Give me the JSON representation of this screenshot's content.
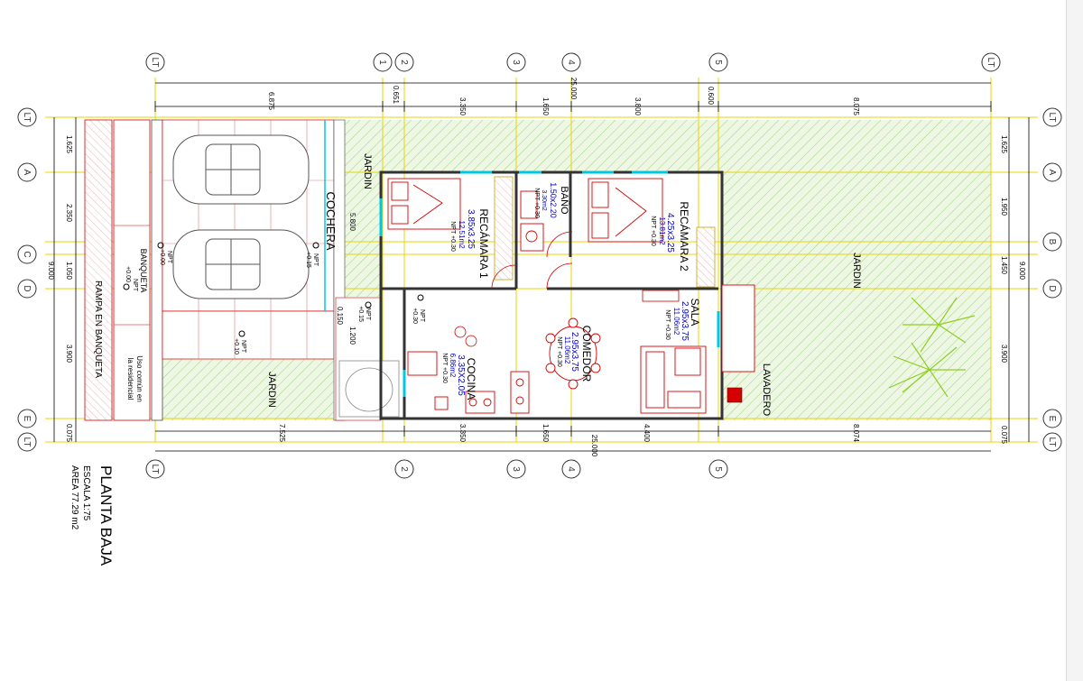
{
  "sheet": {
    "title": "PLANTA BAJA",
    "scale": "ESCALA 1:75",
    "area": "AREA 77.29 m2"
  },
  "colors": {
    "dimension": "#000000",
    "axis_line": "#e8d400",
    "wall": "#333333",
    "furniture": "#d40000",
    "label_blue": "#0000cc",
    "garden_fill": "#eaf5dc",
    "garden_hatch": "#8fcf6b",
    "window": "#00c8e0",
    "plant": "#8ccf1e"
  },
  "axes": {
    "top": [
      "LT",
      "1",
      "2",
      "3",
      "4",
      "5",
      "LT"
    ],
    "bottom": [
      "LT",
      "2",
      "3",
      "4",
      "5"
    ],
    "left": [
      "LT",
      "A",
      "C",
      "D",
      "E",
      "LT"
    ],
    "right": [
      "LT",
      "A",
      "B",
      "D",
      "E",
      "LT"
    ]
  },
  "dims": {
    "top_overall": "25.000",
    "top": [
      "6.875",
      "0.651",
      "3.350",
      "1.650",
      "3.800",
      "0.600",
      "8.075"
    ],
    "bottom_overall": "25.000",
    "bottom": [
      "7.525",
      "3.350",
      "1.650",
      "4.400",
      "8.074"
    ],
    "left_overall": "9.000",
    "left": [
      "1.625",
      "2.350",
      "1.050",
      "3.900",
      "0.075"
    ],
    "right_overall": "9.000",
    "right": [
      "1.625",
      "1.950",
      "1.450",
      "3.900",
      "0.075"
    ],
    "interior": [
      "5.800",
      "0.150",
      "1.200"
    ]
  },
  "rooms": {
    "recamara1": {
      "name": "RECÁMARA 1",
      "size": "3.85x3.25",
      "area": "12.51m2",
      "npt": "NPT +0.30"
    },
    "bano": {
      "name": "BAÑO",
      "size": "1.50x2.20",
      "area": "3.30m2",
      "npt": "NPT +0.30"
    },
    "recamara2": {
      "name": "RECÁMARA 2",
      "size": "4.25x3.25",
      "area": "13.81m2",
      "npt": "NPT +0.30"
    },
    "sala": {
      "name": "SALA",
      "size": "2.95x3.75",
      "area": "11.06m2",
      "npt": "NPT +0.30"
    },
    "comedor": {
      "name": "COMEDOR",
      "size": "2.95x3.75",
      "area": "11.06m2",
      "npt": "NPT +0.30"
    },
    "cocina": {
      "name": "COCINA",
      "size": "3.35X2.05",
      "area": "6.86m2",
      "npt": "NPT +0.30"
    },
    "cochera": {
      "name": "COCHERA"
    },
    "jardin_front": {
      "name": "JARDIN"
    },
    "jardin_top": {
      "name": "JARDIN"
    },
    "jardin_back": {
      "name": "JARDIN"
    },
    "lavadero": {
      "name": "LAVADERO"
    }
  },
  "street": {
    "ramp": "RAMPA EN BANQUETA",
    "banqueta": "BANQUETA",
    "common_use_1": "Uso común en",
    "common_use_2": "la residencial"
  },
  "levels": {
    "npt_000_a": "NPT",
    "npt_000_a_val": "+0.00",
    "npt_000_b": "NPT",
    "npt_000_b_val": "+0.00",
    "npt_015_a": "NPT",
    "npt_015_a_val": "+0.15",
    "npt_015_b": "NPT",
    "npt_015_b_val": "+0.15",
    "npt_010": "NPT",
    "npt_010_val": "+0.10",
    "npt_030_hall": "NPT",
    "npt_030_hall_val": "+0.30"
  }
}
